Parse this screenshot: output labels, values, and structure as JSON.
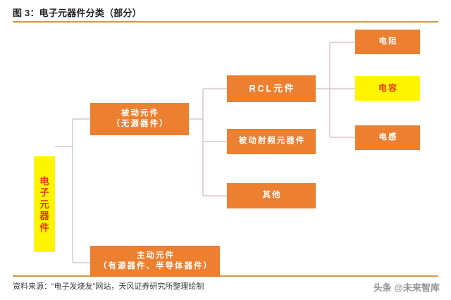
{
  "header": {
    "title": "图 3：电子元器件分类（部分）"
  },
  "footer": {
    "source": "资料来源：“电子发烧友”网站，天风证券研究所整理绘制",
    "watermark": "头条 @未来智库"
  },
  "colors": {
    "rule": "#d79642",
    "node_orange": "#ec7f30",
    "node_yellow": "#fff500",
    "node_yellow_text": "#e8340c",
    "node_orange_text": "#ffffff",
    "connector": "#c9a9b4",
    "title_text": "#231f20"
  },
  "diagram": {
    "type": "tree",
    "root": {
      "id": "root",
      "label_lines": [
        "电",
        "子",
        "元",
        "器",
        "件"
      ],
      "label": "电子元器件",
      "style": "yellow-vertical"
    },
    "level1": [
      {
        "id": "passive",
        "label_lines": [
          "被动元件",
          "（无源器件）"
        ],
        "label": "被动元件（无源器件）",
        "style": "orange"
      },
      {
        "id": "active",
        "label_lines": [
          "主动元件",
          "（有源器件、半导体器件）"
        ],
        "label": "主动元件（有源器件、半导体器件）",
        "style": "orange"
      }
    ],
    "level2": [
      {
        "id": "rcl",
        "label_lines": [
          "RCL元件"
        ],
        "label": "RCL元件",
        "style": "orange"
      },
      {
        "id": "rf-passive",
        "label_lines": [
          "被动射频元器件"
        ],
        "label": "被动射频元器件",
        "style": "orange"
      },
      {
        "id": "other",
        "label_lines": [
          "其他"
        ],
        "label": "其他",
        "style": "orange"
      }
    ],
    "level3": [
      {
        "id": "resistor",
        "label_lines": [
          "电阻"
        ],
        "label": "电阻",
        "style": "orange"
      },
      {
        "id": "capacitor",
        "label_lines": [
          "电容"
        ],
        "label": "电容",
        "style": "yellow"
      },
      {
        "id": "inductor",
        "label_lines": [
          "电感"
        ],
        "label": "电感",
        "style": "orange"
      }
    ],
    "edges": [
      {
        "from": "root",
        "to": "passive"
      },
      {
        "from": "root",
        "to": "active"
      },
      {
        "from": "passive",
        "to": "rcl"
      },
      {
        "from": "passive",
        "to": "rf-passive"
      },
      {
        "from": "passive",
        "to": "other"
      },
      {
        "from": "rcl",
        "to": "resistor"
      },
      {
        "from": "rcl",
        "to": "capacitor"
      },
      {
        "from": "rcl",
        "to": "inductor"
      }
    ]
  }
}
